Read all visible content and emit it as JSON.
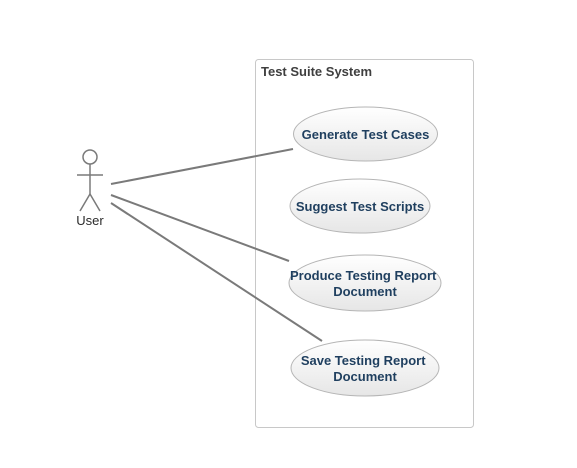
{
  "system": {
    "title": "Test Suite System"
  },
  "actor": {
    "label": "User"
  },
  "use_cases": [
    {
      "lines": [
        "Generate Test Cases"
      ]
    },
    {
      "lines": [
        "Suggest Test Scripts"
      ]
    },
    {
      "lines": [
        "Produce Testing Report",
        "Document"
      ]
    },
    {
      "lines": [
        "Save Testing Report",
        "Document"
      ]
    }
  ],
  "associations": [
    {
      "from": "User",
      "to": "Generate Test Cases"
    },
    {
      "from": "User",
      "to": "Produce Testing Report Document"
    },
    {
      "from": "User",
      "to": "Save Testing Report Document"
    }
  ],
  "colors": {
    "ellipse_fill_top": "#ffffff",
    "ellipse_fill_bottom": "#e6e6e6",
    "ellipse_stroke": "#b5b5b5",
    "line": "#7a7a7a",
    "text": "#1f3f5f"
  }
}
